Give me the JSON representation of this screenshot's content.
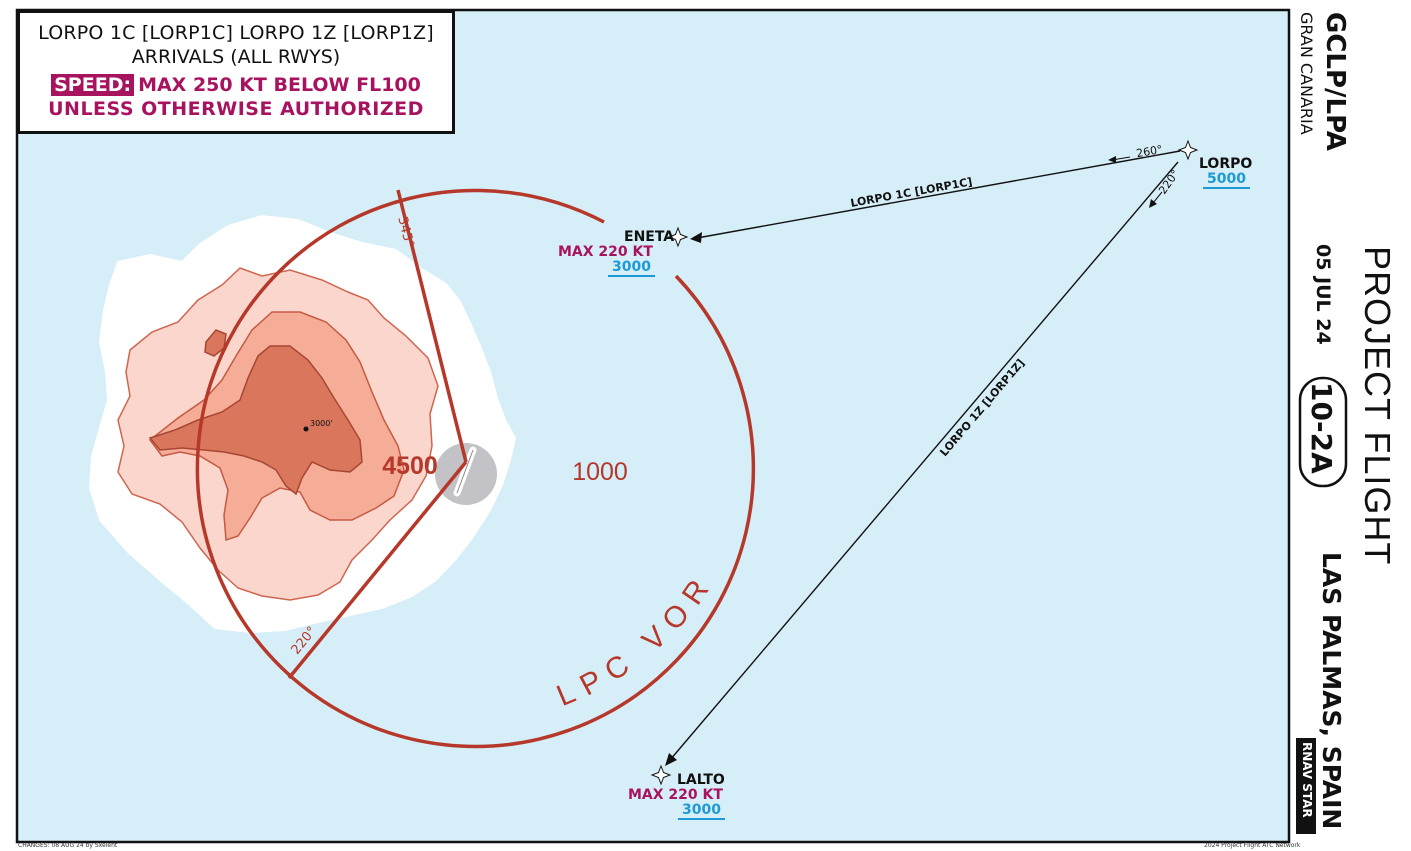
{
  "header": {
    "line1": "LORPO 1C [LORP1C] LORPO 1Z [LORP1Z]",
    "line2": "ARRIVALS (ALL RWYS)",
    "speed_label": "SPEED:",
    "speed_text": "MAX 250 KT BELOW FL100",
    "speed_line2": "UNLESS OTHERWISE AUTHORIZED"
  },
  "sidebar": {
    "icao": "GCLP/LPA",
    "airport": "GRAN CANARIA",
    "publisher": "PROJECT FLIGHT",
    "date": "05 JUL 24",
    "chart_no": "10-2A",
    "location": "LAS PALMAS, SPAIN",
    "chart_type": "RNAV STAR"
  },
  "fixes": {
    "lorpo": {
      "name": "LORPO",
      "alt": "5000"
    },
    "eneta": {
      "name": "ENETA",
      "speed": "MAX 220 KT",
      "alt": "3000"
    },
    "lalto": {
      "name": "LALTO",
      "speed": "MAX 220 KT",
      "alt": "3000"
    }
  },
  "routes": {
    "lorp1c": "LORPO 1C [LORP1C]",
    "lorp1z": "LORPO 1Z [LORP1Z]",
    "course_260": "260°",
    "course_220": "220°"
  },
  "msa": {
    "sector_west": "4500",
    "sector_east": "1000",
    "radial_345": "345°",
    "radial_220": "220°",
    "center_name": "LPC VOR"
  },
  "terrain": {
    "peak_label": "3000'"
  },
  "footer": {
    "changes": "CHANGES: 08 AUG 24 by Sxelent",
    "copyright": "2024 Project Flight ATC Network"
  },
  "colors": {
    "sea": "#d6eef7",
    "land": "#ffffff",
    "terrain_low": "#fbd6cc",
    "terrain_mid": "#f5ad98",
    "terrain_high": "#d9765c",
    "msa_line": "#b5382a",
    "magenta": "#a8135f",
    "altitude_blue": "#1d9ad6"
  }
}
